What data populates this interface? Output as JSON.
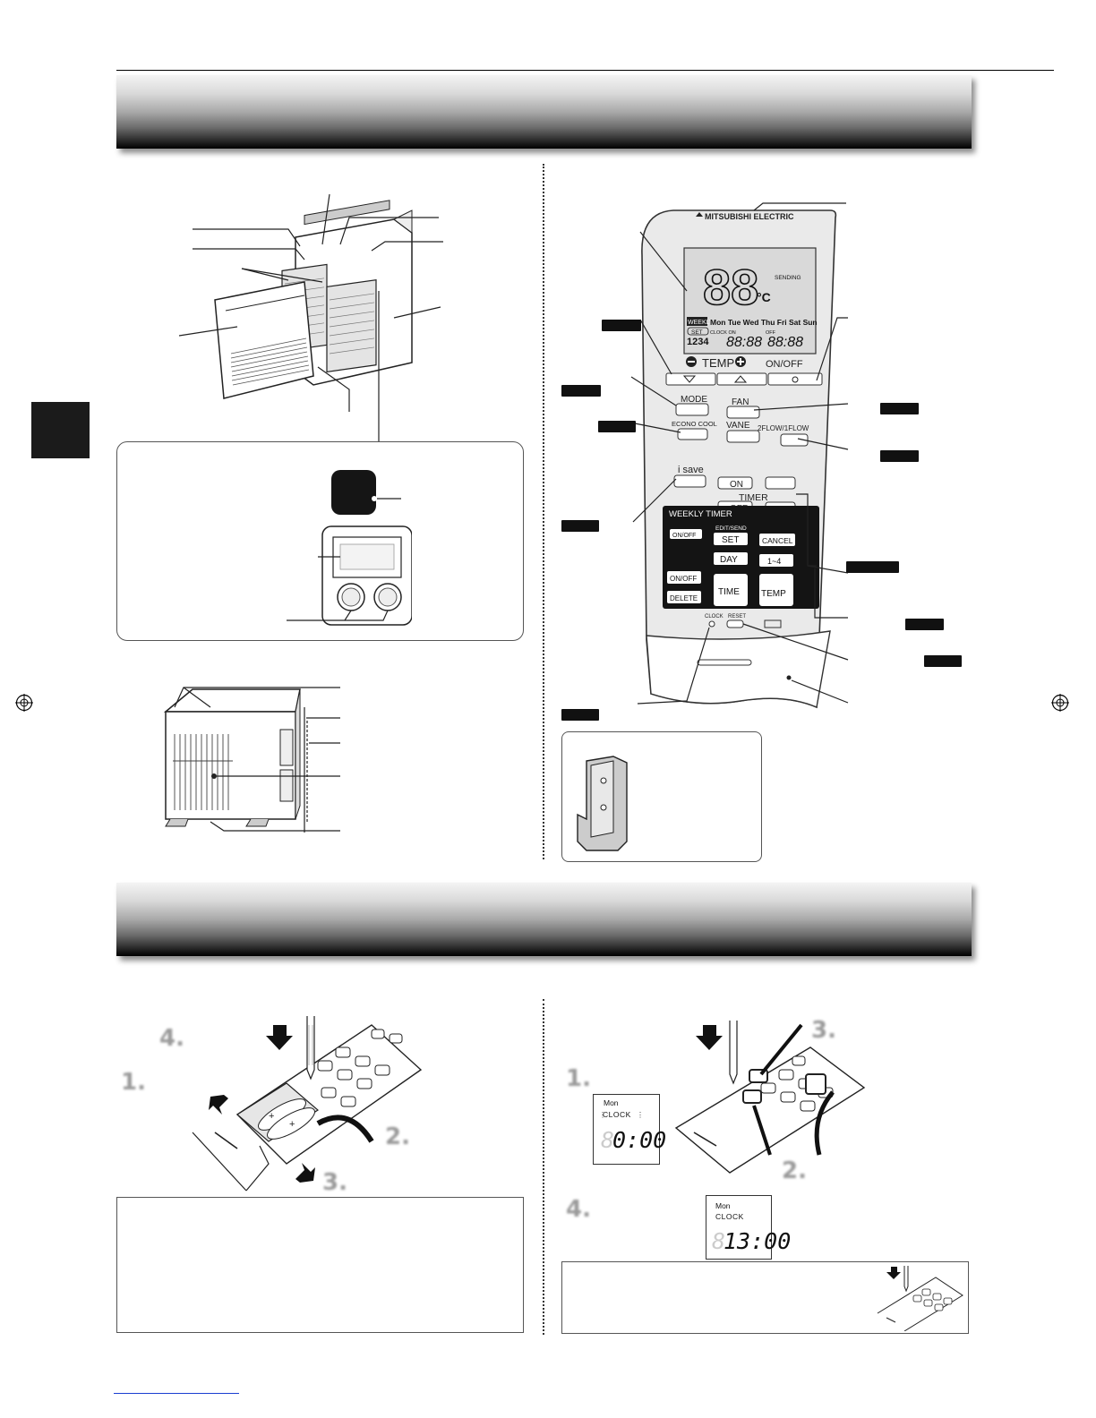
{
  "remote": {
    "brand": "MITSUBISHI ELECTRIC",
    "display": {
      "big_temp": "88",
      "unit": "°C",
      "sending": "SENDING",
      "weekly": "WEEKLY",
      "days": "Mon Tue Wed Thu Fri Sat Sun",
      "set": "SET",
      "clock_on": "CLOCK ON",
      "on": "ON",
      "off": "OFF",
      "program_nums": "1234",
      "time1": "88:88",
      "time2": "88:88"
    },
    "buttons": {
      "temp": "TEMP",
      "on_off": "ON/OFF",
      "mode": "MODE",
      "fan": "FAN",
      "econo_cool": "ECONO COOL",
      "vane": "VANE",
      "flow": "2FLOW/1FLOW",
      "isave": "i save",
      "timer_on": "ON",
      "timer": "TIMER",
      "timer_off": "OFF",
      "weekly_timer": "WEEKLY TIMER",
      "weekly_onoff": "ON/OFF",
      "edit_send": "EDIT/SEND",
      "set": "SET",
      "cancel": "CANCEL",
      "day": "DAY",
      "one_to_four": "1~4",
      "prog_onoff": "ON/OFF",
      "delete": "DELETE",
      "time": "TIME",
      "temp2": "TEMP",
      "clock": "CLOCK",
      "reset": "RESET"
    }
  },
  "steps": {
    "battery": [
      "4.",
      "1.",
      "2.",
      "3."
    ],
    "clock": [
      "3.",
      "1.",
      "2.",
      "4."
    ]
  },
  "clock_display": {
    "day": "Mon",
    "label": "CLOCK",
    "blink_time": "0:00",
    "set_time": "13:00"
  }
}
